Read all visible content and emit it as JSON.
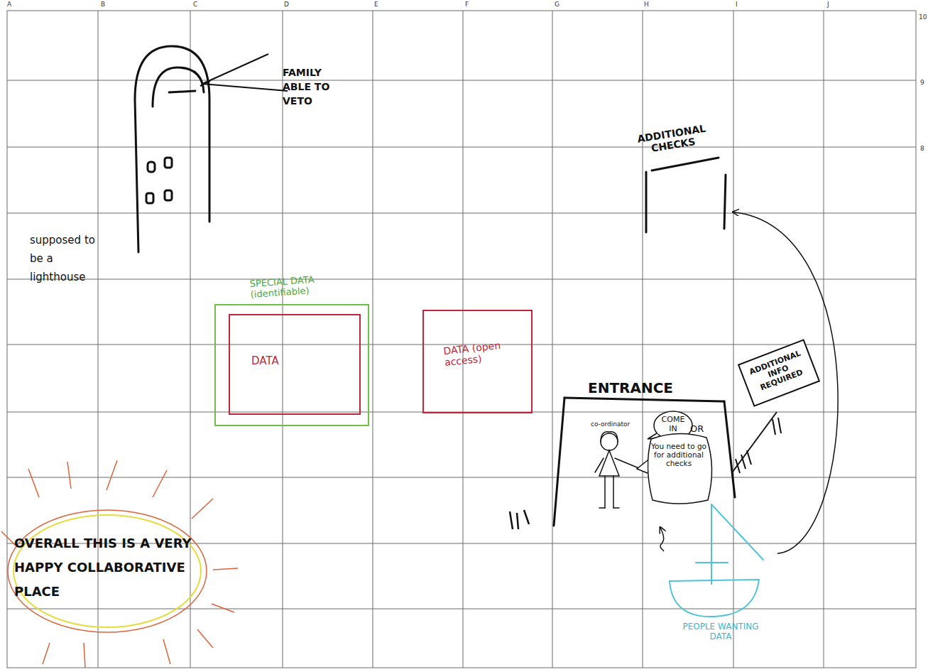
{
  "diagram": {
    "nodes": [
      {
        "text": [
          "ADDITIONAL CHECKS"
        ]
      },
      {
        "text": [
          "SPECIAL DATA (identifiable)"
        ]
      },
      {
        "text": [
          "DATA"
        ],
        "in": 1
      },
      {
        "text": [
          "DATA (open access)"
        ]
      },
      {
        "text": [
          "ENTRANCE"
        ]
      },
      {
        "text": [
          "COME IN"
        ],
        "in": 4
      },
      {
        "text": [
          "You need to go for additional checks"
        ],
        "in": 4
      },
      {
        "text": [
          "ADDITIONAL INFO REQUIRED"
        ]
      },
      {
        "text": [
          "OVERALL THIS IS A VERY HAPPY COLLABORATIVE PLACE"
        ]
      },
      {
        "text": [
          "PEOPLE WANTING DATA"
        ]
      }
    ],
    "edges": [
      {
        "from": 9,
        "to": 4,
        "arrow": "to"
      },
      {
        "from": 9,
        "to": 0,
        "arrow": "to"
      }
    ],
    "labels": [
      "A",
      "B",
      "C",
      "D",
      "E",
      "F",
      "G",
      "H",
      "I",
      "J",
      "10",
      "9",
      "8",
      "FAMILY ABLE TO VETO",
      "supposed to be a lighthouse",
      "co-ordinator",
      "OR"
    ]
  }
}
